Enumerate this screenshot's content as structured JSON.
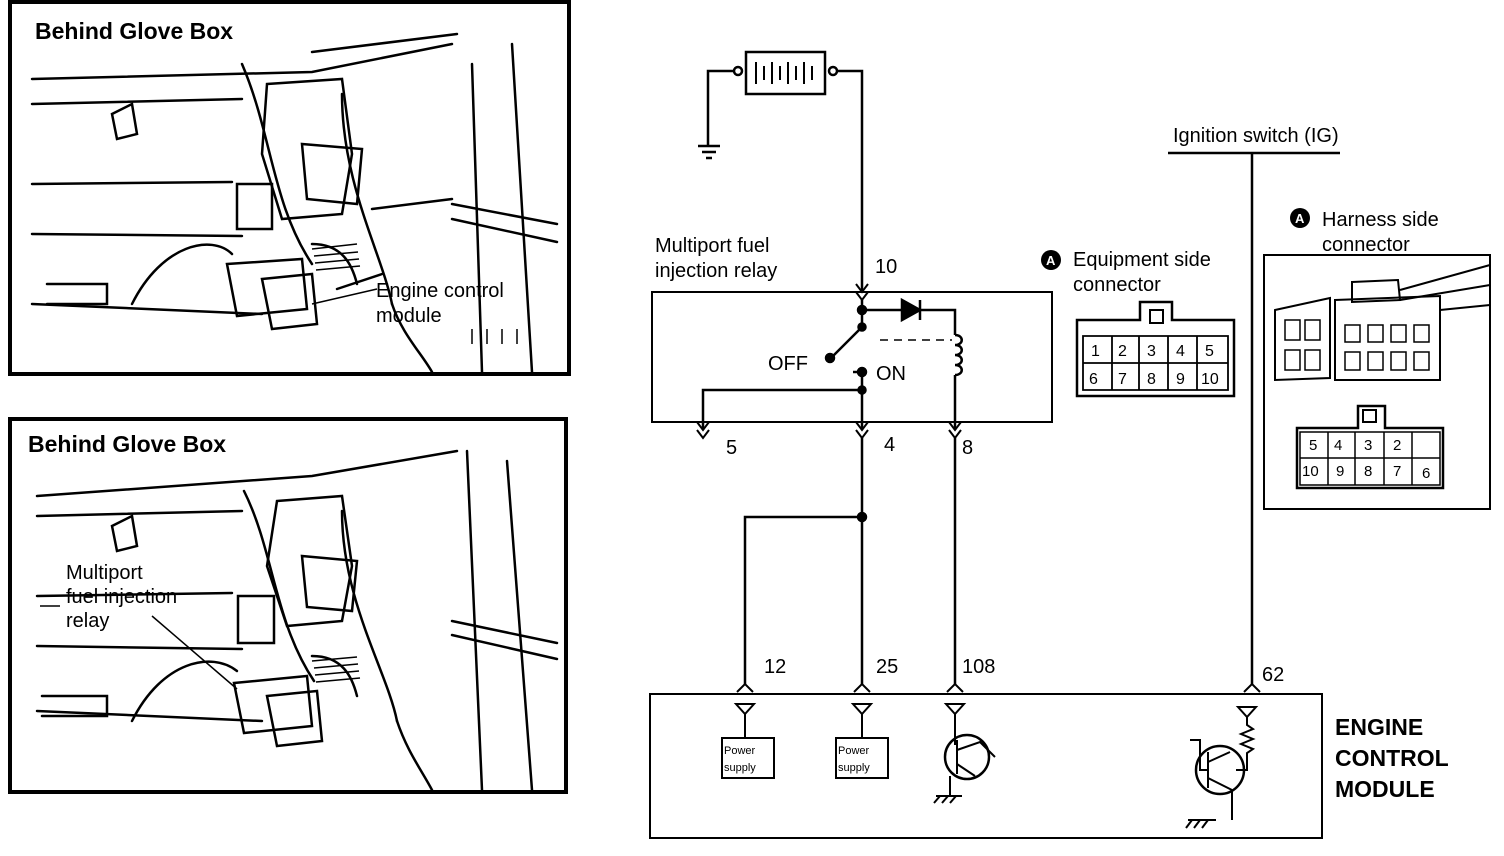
{
  "panels": [
    {
      "title": "Behind Glove Box",
      "label_lines": [
        "Engine control",
        "module"
      ]
    },
    {
      "title": "Behind Glove Box",
      "label_lines": [
        "Multiport",
        "fuel injection",
        "relay"
      ]
    }
  ],
  "schematic": {
    "relay_label": [
      "Multiport fuel",
      "injection relay"
    ],
    "switch_off": "OFF",
    "switch_on": "ON",
    "ignition_label": "Ignition switch (IG)",
    "equipment_connector": {
      "marker": "A",
      "label": [
        "Equipment side",
        "connector"
      ],
      "pins_top": [
        "1",
        "2",
        "3",
        "4",
        "5"
      ],
      "pins_bottom": [
        "6",
        "7",
        "8",
        "9",
        "10"
      ]
    },
    "harness_connector": {
      "marker": "A",
      "label": [
        "Harness side",
        "connector"
      ],
      "pins_top": [
        "5",
        "4",
        "3",
        "2"
      ],
      "pins_bottom": [
        "10",
        "9",
        "8",
        "7",
        "6"
      ]
    },
    "relay_pins": {
      "p10": "10",
      "p5": "5",
      "p4": "4",
      "p8": "8"
    },
    "ecm_pins": {
      "p12": "12",
      "p25": "25",
      "p108": "108",
      "p62": "62"
    },
    "power_boxes": [
      [
        "Power",
        "supply"
      ],
      [
        "Power",
        "supply"
      ]
    ],
    "ecm_label": [
      "ENGINE",
      "CONTROL",
      "MODULE"
    ]
  }
}
